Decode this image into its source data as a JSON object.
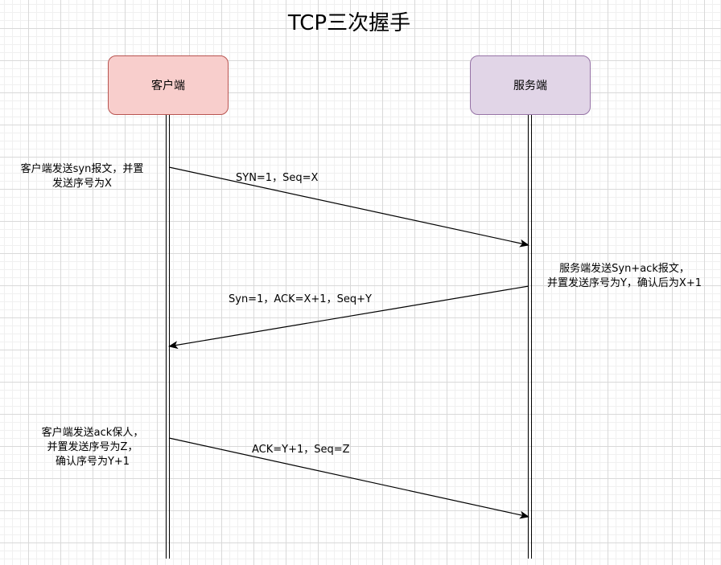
{
  "title": "TCP三次握手",
  "actors": {
    "client": "客户端",
    "server": "服务端"
  },
  "notes": {
    "client_syn": [
      "客户端发送syn报文，并置",
      "发送序号为X"
    ],
    "server_synack": [
      "服务端发送Syn+ack报文，",
      "并置发送序号为Y，确认后为X+1"
    ],
    "client_ack": [
      "客户端发送ack保人，",
      "并置发送序号为Z，",
      "确认序号为Y+1"
    ]
  },
  "messages": {
    "syn": "SYN=1，Seq=X",
    "synack": "Syn=1，ACK=X+1，Seq+Y",
    "ack": "ACK=Y+1，Seq=Z"
  },
  "colors": {
    "client_fill": "#f8cecc",
    "client_border": "#b85450",
    "server_fill": "#e1d5e7",
    "server_border": "#9673a6"
  }
}
